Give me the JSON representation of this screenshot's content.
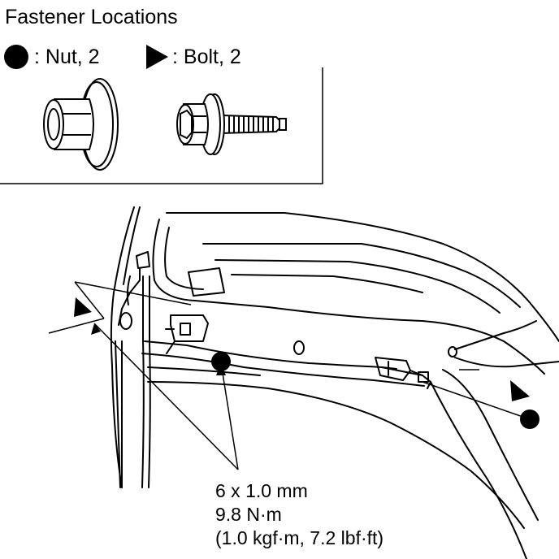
{
  "title": "Fastener Locations",
  "legend": {
    "nut_label": ": Nut, 2",
    "bolt_label": ": Bolt, 2"
  },
  "spec": {
    "size": "6 x 1.0 mm",
    "torque_nm": "9.8 N·m",
    "torque_alt": "(1.0 kgf·m, 7.2 lbf·ft)"
  },
  "icons": {
    "nut": "filled-circle",
    "bolt": "filled-triangle-arrow"
  },
  "colors": {
    "ink": "#000000",
    "paper": "#ffffff"
  }
}
